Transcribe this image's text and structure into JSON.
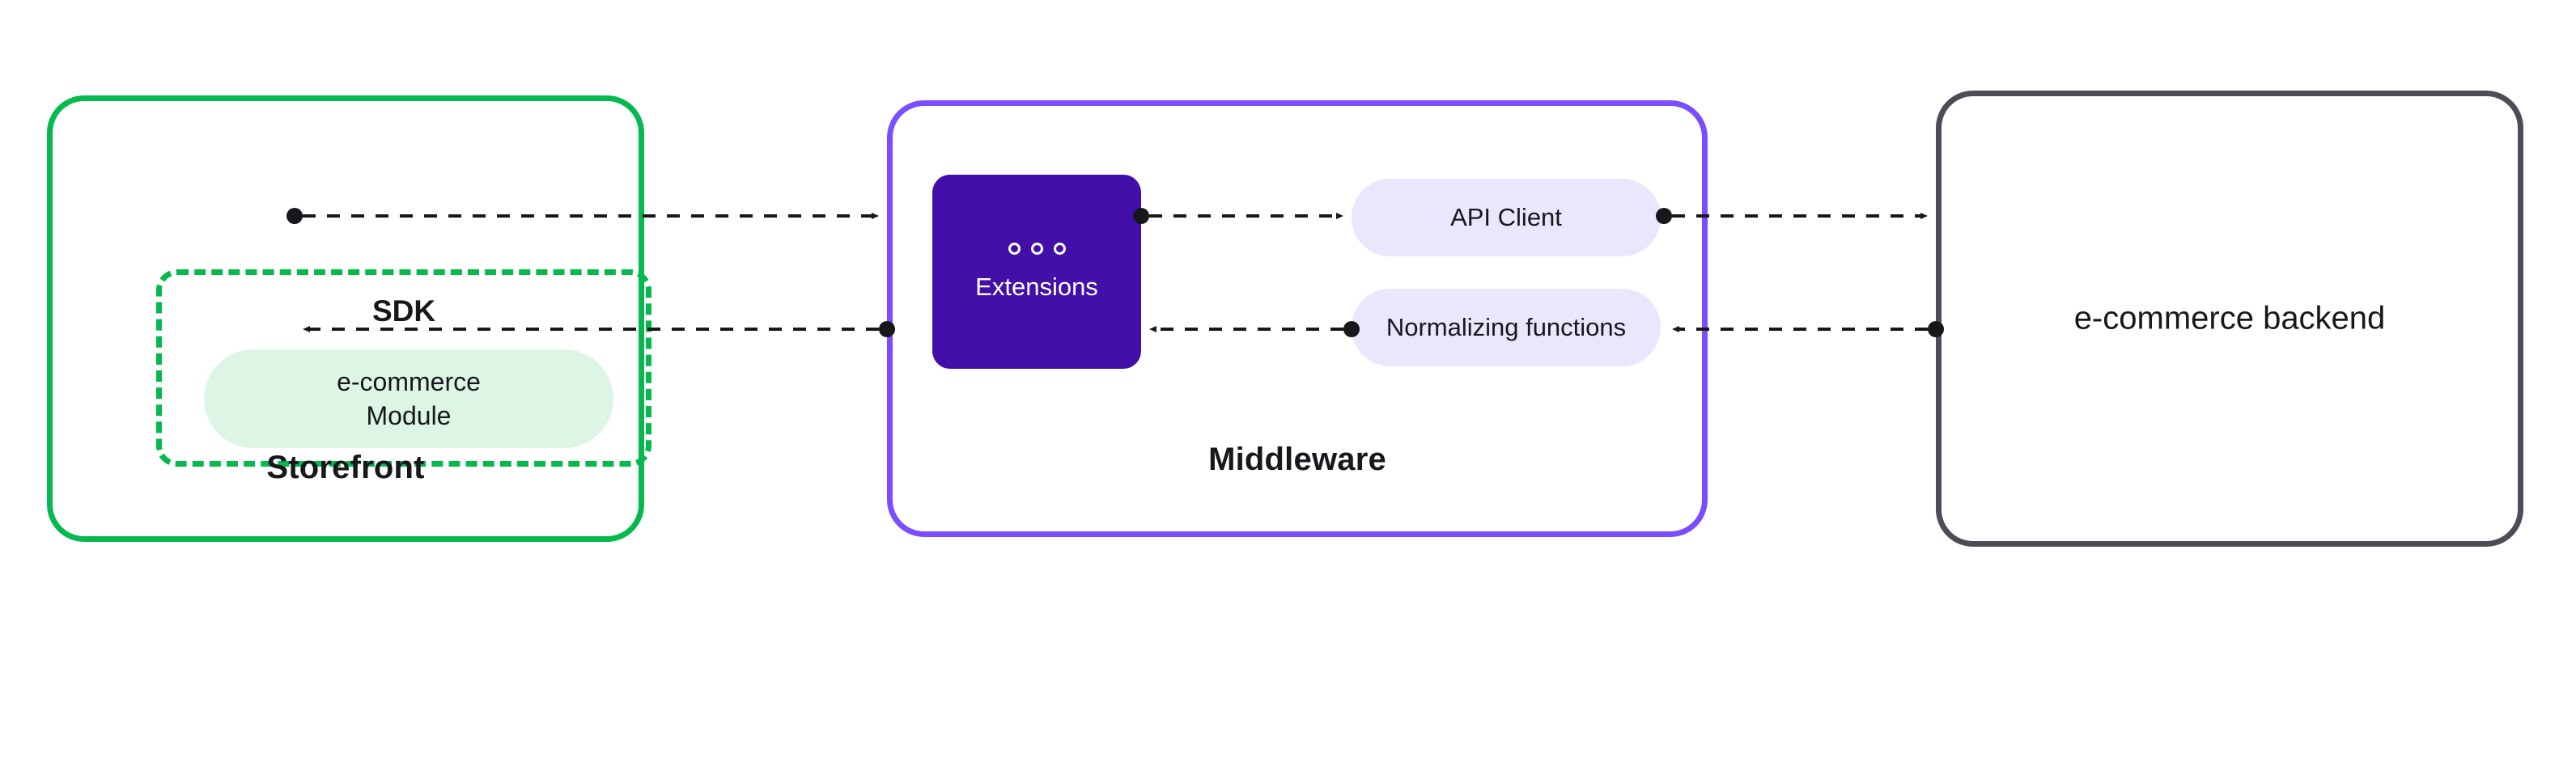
{
  "diagram": {
    "title": "Storefront / Middleware / e-commerce backend architecture",
    "background": "#ffffff"
  },
  "colors": {
    "storefront_border": "#05B94F",
    "middleware_border": "#7C4DFF",
    "backend_border": "#4F4B57",
    "extensions_fill": "#4210A8",
    "module_pill_fill": "#DCF5E4",
    "lavender_pill_fill": "#EAE6FC",
    "connector": "#17171c",
    "text": "#17171c"
  },
  "storefront": {
    "caption": "Storefront",
    "sdk": {
      "label": "SDK",
      "module": {
        "line1": "e-commerce",
        "line2": "Module"
      }
    }
  },
  "middleware": {
    "caption": "Middleware",
    "extensions": {
      "label": "Extensions",
      "icon": "three-rings-icon",
      "dot_count": 3
    },
    "pills": [
      {
        "label": "API Client"
      },
      {
        "label": "Normalizing functions"
      }
    ]
  },
  "backend": {
    "label": "e-commerce backend"
  },
  "connectors": [
    {
      "name": "sdk-to-middleware",
      "direction": "right",
      "from": "SDK",
      "to": "Middleware",
      "style": "dashed"
    },
    {
      "name": "middleware-to-sdk",
      "direction": "left",
      "from": "Middleware",
      "to": "SDK",
      "style": "dashed"
    },
    {
      "name": "extensions-to-api-client",
      "direction": "right",
      "from": "Extensions",
      "to": "API Client",
      "style": "dashed"
    },
    {
      "name": "normalizing-to-extensions",
      "direction": "left",
      "from": "Normalizing functions",
      "to": "Extensions",
      "style": "dashed"
    },
    {
      "name": "api-client-to-backend",
      "direction": "right",
      "from": "API Client",
      "to": "e-commerce backend",
      "style": "dashed"
    },
    {
      "name": "backend-to-normalizing",
      "direction": "left",
      "from": "e-commerce backend",
      "to": "Normalizing functions",
      "style": "dashed"
    }
  ]
}
